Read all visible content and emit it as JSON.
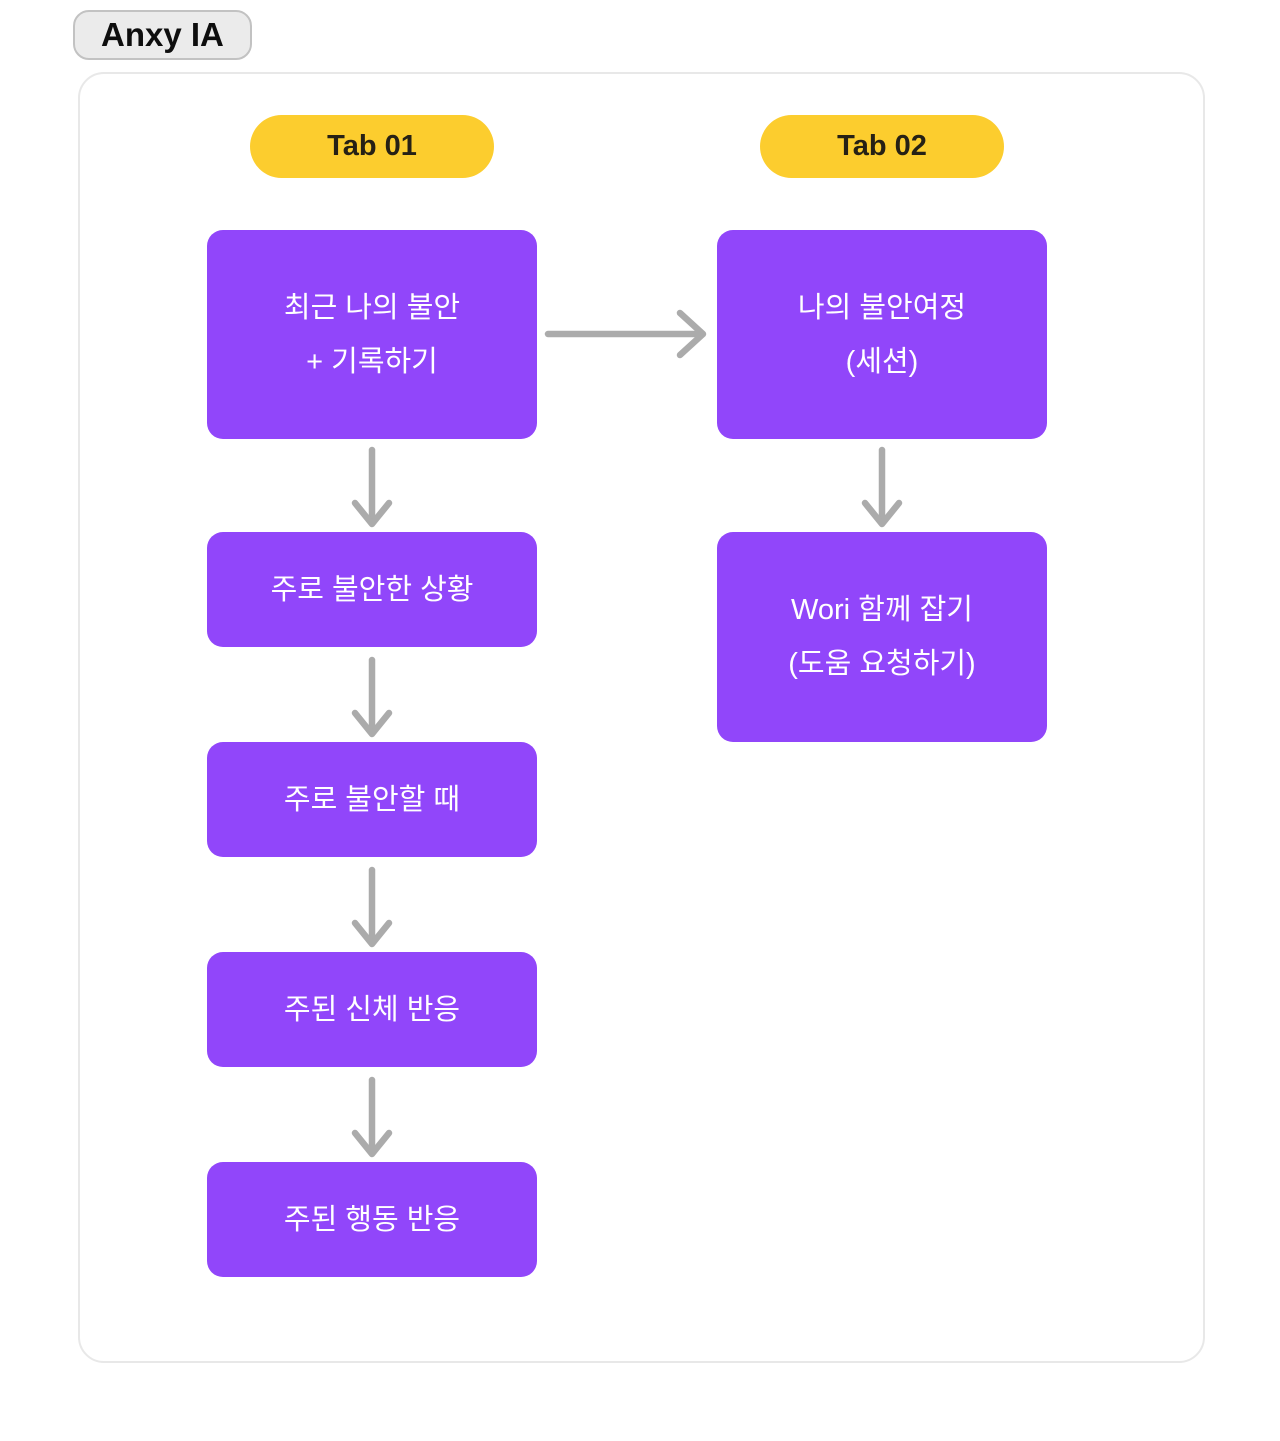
{
  "page": {
    "title_badge": "Anxy IA"
  },
  "diagram": {
    "columns": [
      {
        "tab": "Tab 01",
        "nodes": [
          {
            "lines": [
              "최근 나의 불안",
              "+ 기록하기"
            ]
          },
          {
            "lines": [
              "주로 불안한 상황"
            ]
          },
          {
            "lines": [
              "주로 불안할 때"
            ]
          },
          {
            "lines": [
              "주된 신체 반응"
            ]
          },
          {
            "lines": [
              "주된 행동 반응"
            ]
          }
        ]
      },
      {
        "tab": "Tab 02",
        "nodes": [
          {
            "lines": [
              "나의 불안여정",
              "(세션)"
            ]
          },
          {
            "lines": [
              "Wori 함께 잡기",
              "(도움 요청하기)"
            ]
          }
        ]
      }
    ],
    "edges": [
      {
        "from": "최근 나의 불안 + 기록하기",
        "to": "나의 불안여정 (세션)",
        "direction": "right"
      },
      {
        "from": "최근 나의 불안 + 기록하기",
        "to": "주로 불안한 상황",
        "direction": "down"
      },
      {
        "from": "주로 불안한 상황",
        "to": "주로 불안할 때",
        "direction": "down"
      },
      {
        "from": "주로 불안할 때",
        "to": "주된 신체 반응",
        "direction": "down"
      },
      {
        "from": "주된 신체 반응",
        "to": "주된 행동 반응",
        "direction": "down"
      },
      {
        "from": "나의 불안여정 (세션)",
        "to": "Wori 함께 잡기 (도움 요청하기)",
        "direction": "down"
      }
    ],
    "colors": {
      "node_fill": "#9146FA",
      "node_text": "#FFFFFF",
      "tab_fill": "#FCCD2E",
      "tab_text": "#262115",
      "arrow": "#ABABAB",
      "badge_fill": "#EBEBEB",
      "badge_border": "#C2C2C2",
      "container_border": "#E8E8E8"
    }
  }
}
